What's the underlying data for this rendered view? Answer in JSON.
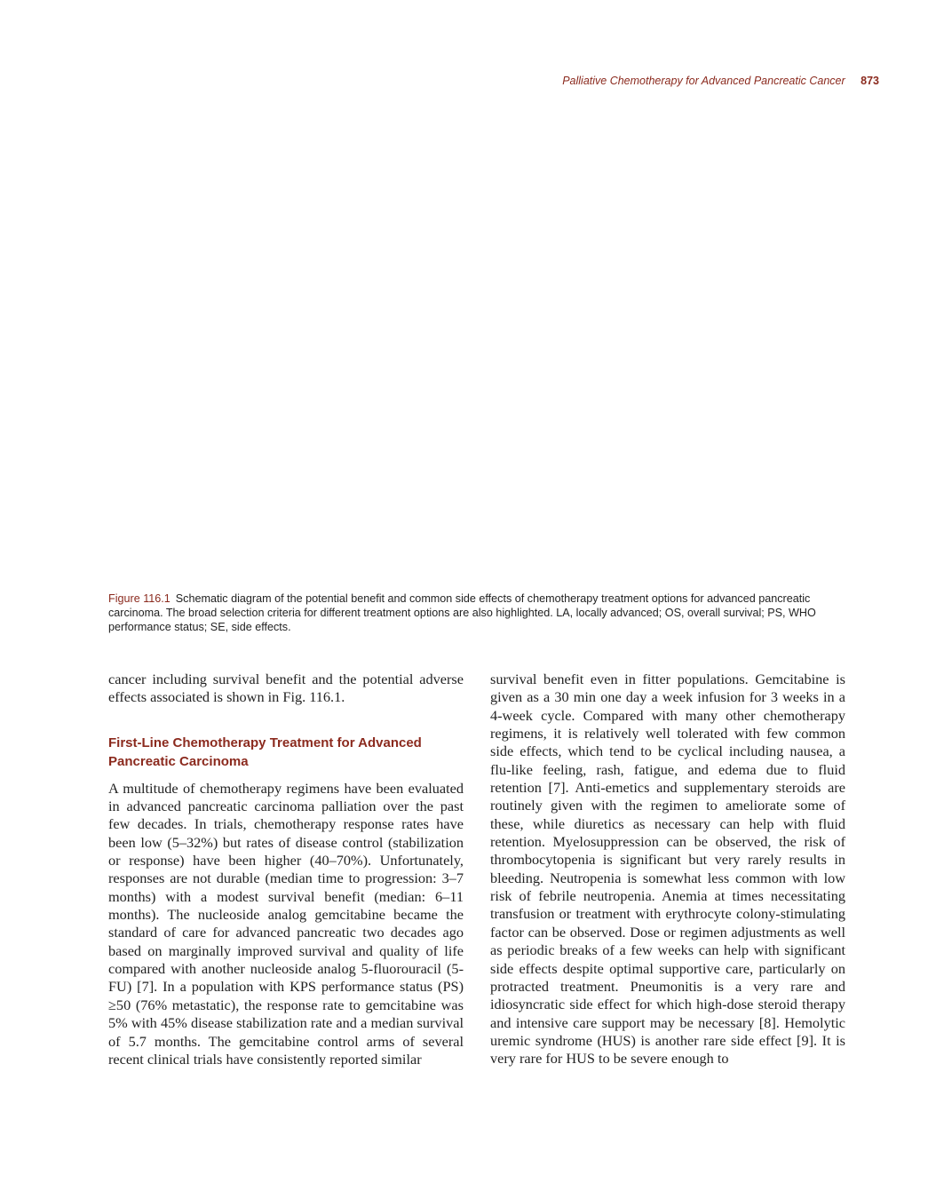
{
  "header": {
    "running_title": "Palliative Chemotherapy for Advanced Pancreatic Cancer",
    "page_number": "873"
  },
  "figure": {
    "label": "Figure 116.1",
    "caption": "Schematic diagram of the potential benefit and common side effects of chemotherapy treatment options for advanced pancreatic carcinoma. The broad selection criteria for different treatment options are also highlighted. LA, locally advanced; OS, overall survival; PS, WHO performance status; SE, side effects."
  },
  "left_column": {
    "intro_paragraph": "cancer including survival benefit and the potential adverse effects associated is shown in Fig. 116.1.",
    "section_heading": "First-Line Chemotherapy Treatment for Advanced Pancreatic Carcinoma",
    "paragraph": "A multitude of chemotherapy regimens have been evaluated in advanced pancreatic carcinoma palliation over the past few decades. In trials, chemotherapy response rates have been low (5–32%) but rates of disease control (stabilization or response) have been higher (40–70%). Unfortunately, responses are not durable (median time to progression: 3–7 months) with a modest survival benefit (median: 6–11 months). The nucleoside analog gemcitabine became the standard of care for advanced pancreatic two decades ago based on marginally improved survival and quality of life compared with another nucleoside analog 5-fluorouracil (5-FU) [7]. In a population with KPS performance status (PS) ≥50 (76% metastatic), the response rate to gemcitabine was 5% with 45% disease stabilization rate and a median survival of 5.7 months. The gemcitabine control arms of several recent clinical trials have consistently reported similar"
  },
  "right_column": {
    "paragraph": "survival benefit even in fitter populations. Gemcitabine is given as a 30 min one day a week infusion for 3 weeks in a 4-week cycle. Compared with many other chemotherapy regimens, it is relatively well tolerated with few common side effects, which tend to be cyclical including nausea, a flu-like feeling, rash, fatigue, and edema due to fluid retention [7]. Anti-emetics and supplementary steroids are routinely given with the regimen to ameliorate some of these, while diuretics as necessary can help with fluid retention. Myelosuppression can be observed, the risk of thrombocytopenia is significant but very rarely results in bleeding. Neutropenia is somewhat less common with low risk of febrile neutropenia. Anemia at times necessitating transfusion or treatment with erythrocyte colony-stimulating factor can be observed. Dose or regimen adjustments as well as periodic breaks of a few weeks can help with significant side effects despite optimal supportive care, particularly on protracted treatment. Pneumonitis is a very rare and idiosyncratic side effect for which high-dose steroid therapy and intensive care support may be necessary [8]. Hemolytic uremic syndrome (HUS) is another rare side effect [9]. It is very rare for HUS to be severe enough to"
  }
}
